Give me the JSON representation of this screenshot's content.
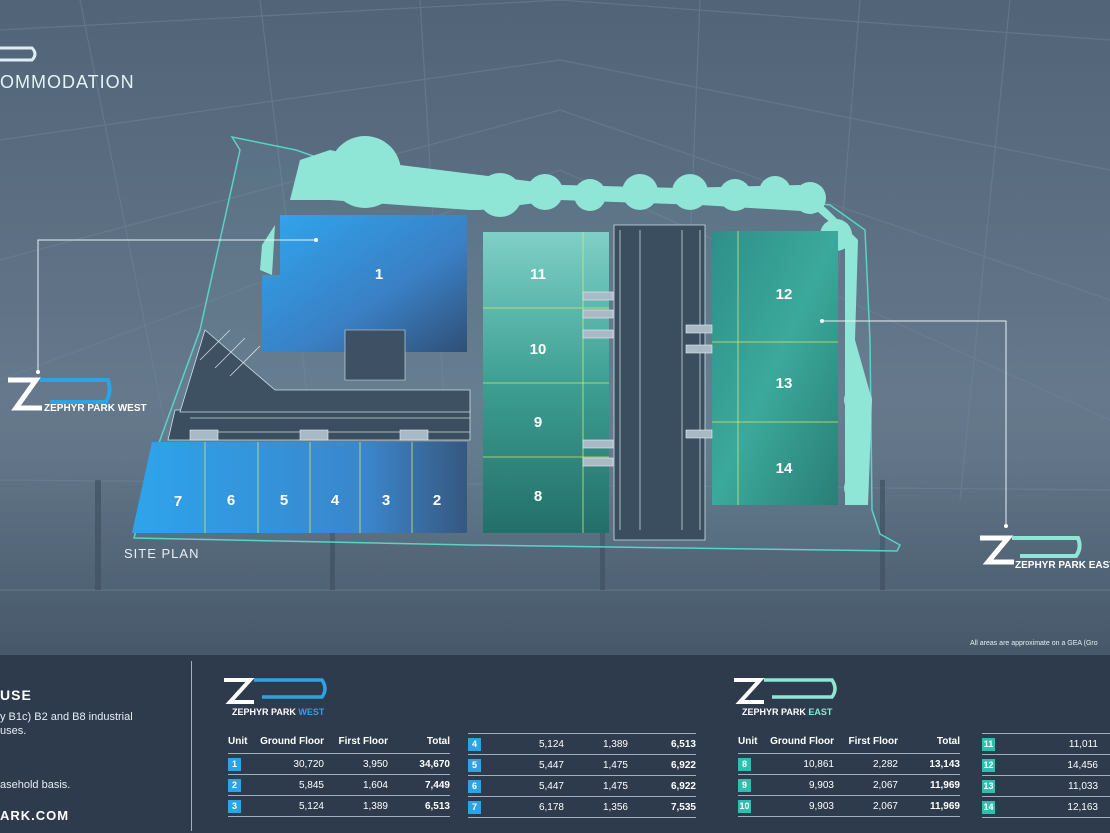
{
  "title": "OMMODATION",
  "site_plan_label": "SITE PLAN",
  "zephyr_west_label": "ZEPHYR PARK WEST",
  "zephyr_east_label": "ZEPHYR PARK EAST",
  "area_note": "All areas are approximate on a GEA (Gro",
  "units": {
    "u1": "1",
    "u2": "2",
    "u3": "3",
    "u4": "4",
    "u5": "5",
    "u6": "6",
    "u7": "7",
    "u8": "8",
    "u9": "9",
    "u10": "10",
    "u11": "11",
    "u12": "12",
    "u13": "13",
    "u14": "14"
  },
  "sidebar": {
    "heading": "USE",
    "line1": "y B1c) B2 and B8 industrial",
    "line2": "uses.",
    "lease": "asehold basis.",
    "url": "ARK.COM"
  },
  "west": {
    "brand_name": "ZEPHYR PARK",
    "brand_suffix": "WEST",
    "headers": {
      "unit": "Unit",
      "ground": "Ground Floor",
      "first": "First Floor",
      "total": "Total"
    },
    "rows_a": [
      {
        "unit": "1",
        "ground": "30,720",
        "first": "3,950",
        "total": "34,670"
      },
      {
        "unit": "2",
        "ground": "5,845",
        "first": "1,604",
        "total": "7,449"
      },
      {
        "unit": "3",
        "ground": "5,124",
        "first": "1,389",
        "total": "6,513"
      }
    ],
    "rows_b": [
      {
        "unit": "4",
        "ground": "5,124",
        "first": "1,389",
        "total": "6,513"
      },
      {
        "unit": "5",
        "ground": "5,447",
        "first": "1,475",
        "total": "6,922"
      },
      {
        "unit": "6",
        "ground": "5,447",
        "first": "1,475",
        "total": "6,922"
      },
      {
        "unit": "7",
        "ground": "6,178",
        "first": "1,356",
        "total": "7,535"
      }
    ]
  },
  "east": {
    "brand_name": "ZEPHYR PARK",
    "brand_suffix": "EAST",
    "headers": {
      "unit": "Unit",
      "ground": "Ground Floor",
      "first": "First Floor",
      "total": "Total"
    },
    "rows_a": [
      {
        "unit": "8",
        "ground": "10,861",
        "first": "2,282",
        "total": "13,143"
      },
      {
        "unit": "9",
        "ground": "9,903",
        "first": "2,067",
        "total": "11,969"
      },
      {
        "unit": "10",
        "ground": "9,903",
        "first": "2,067",
        "total": "11,969"
      }
    ],
    "rows_b": [
      {
        "unit": "11",
        "ground": "11,011"
      },
      {
        "unit": "12",
        "ground": "14,456"
      },
      {
        "unit": "13",
        "ground": "11,033"
      },
      {
        "unit": "14",
        "ground": "12,163"
      }
    ]
  },
  "colors": {
    "west_accent": "#2ea3e3",
    "east_accent": "#2fbfb1",
    "landscape": "#8fe6d6",
    "panel": "#2d3b4c"
  }
}
